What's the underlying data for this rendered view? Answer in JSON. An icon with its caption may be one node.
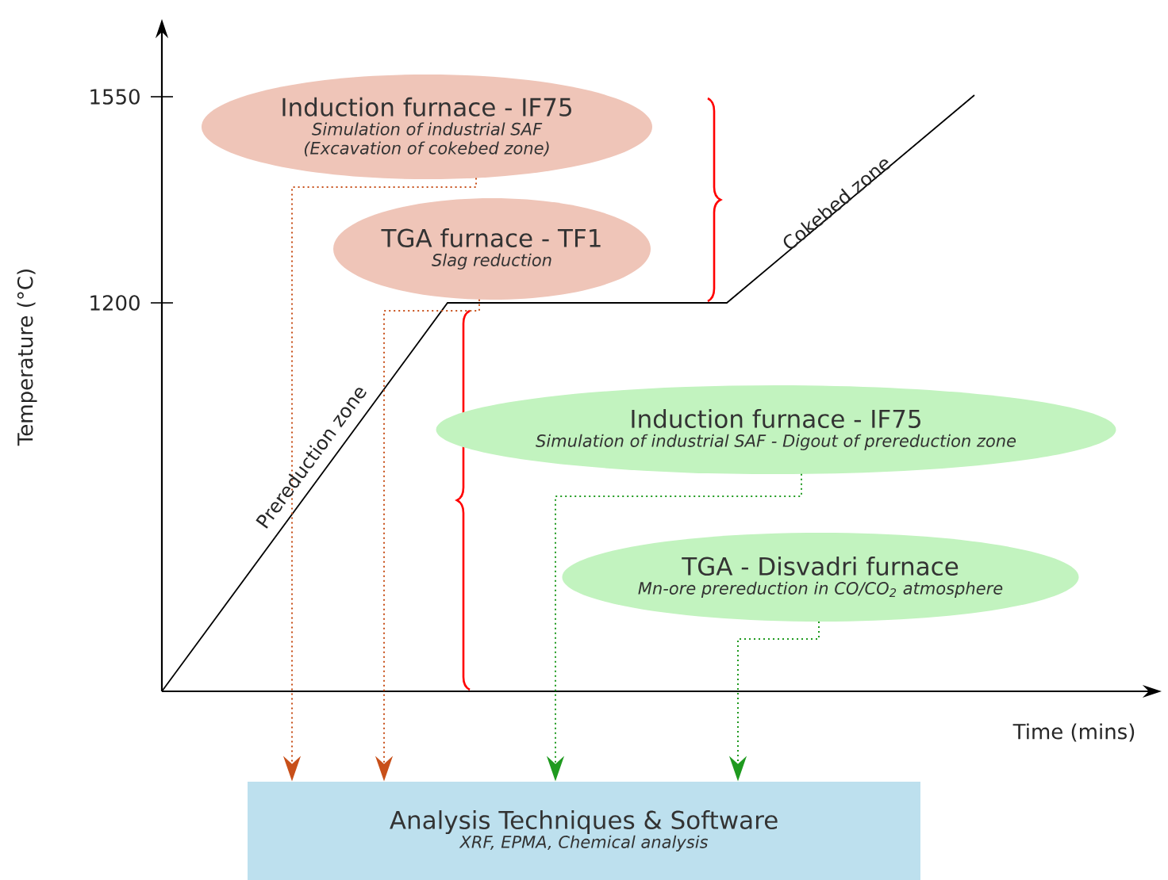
{
  "diagram": {
    "nodes": [
      {
        "text": [
          "Induction furnace - IF75",
          "Simulation of industrial SAF",
          "(Excavation of cokebed zone)"
        ]
      },
      {
        "text": [
          "TGA furnace - TF1",
          "Slag reduction"
        ]
      },
      {
        "text": [
          "Induction furnace - IF75",
          "Simulation of industrial SAF - Digout of prereduction zone"
        ]
      },
      {
        "text": [
          "TGA - Disvadri furnace",
          "Mn-ore prereduction in CO/CO$_{2}$ atmosphere"
        ]
      },
      {
        "text": [
          "Analysis Techniques & Software",
          "XRF, EPMA, Chemical analysis"
        ]
      }
    ],
    "edges": [
      {
        "from": 0,
        "to": 4,
        "arrow": "to",
        "color": "#c8501a"
      },
      {
        "from": 1,
        "to": 4,
        "arrow": "to",
        "color": "#c8501a"
      },
      {
        "from": 2,
        "to": 4,
        "arrow": "to",
        "color": "#1f9a1f"
      },
      {
        "from": 3,
        "to": 4,
        "arrow": "to",
        "color": "#1f9a1f"
      }
    ],
    "labels": [
      "1550",
      "1200",
      "Temperature (°C)",
      "Cokebed zone",
      "Prereduction zone",
      "Time (mins)"
    ]
  }
}
